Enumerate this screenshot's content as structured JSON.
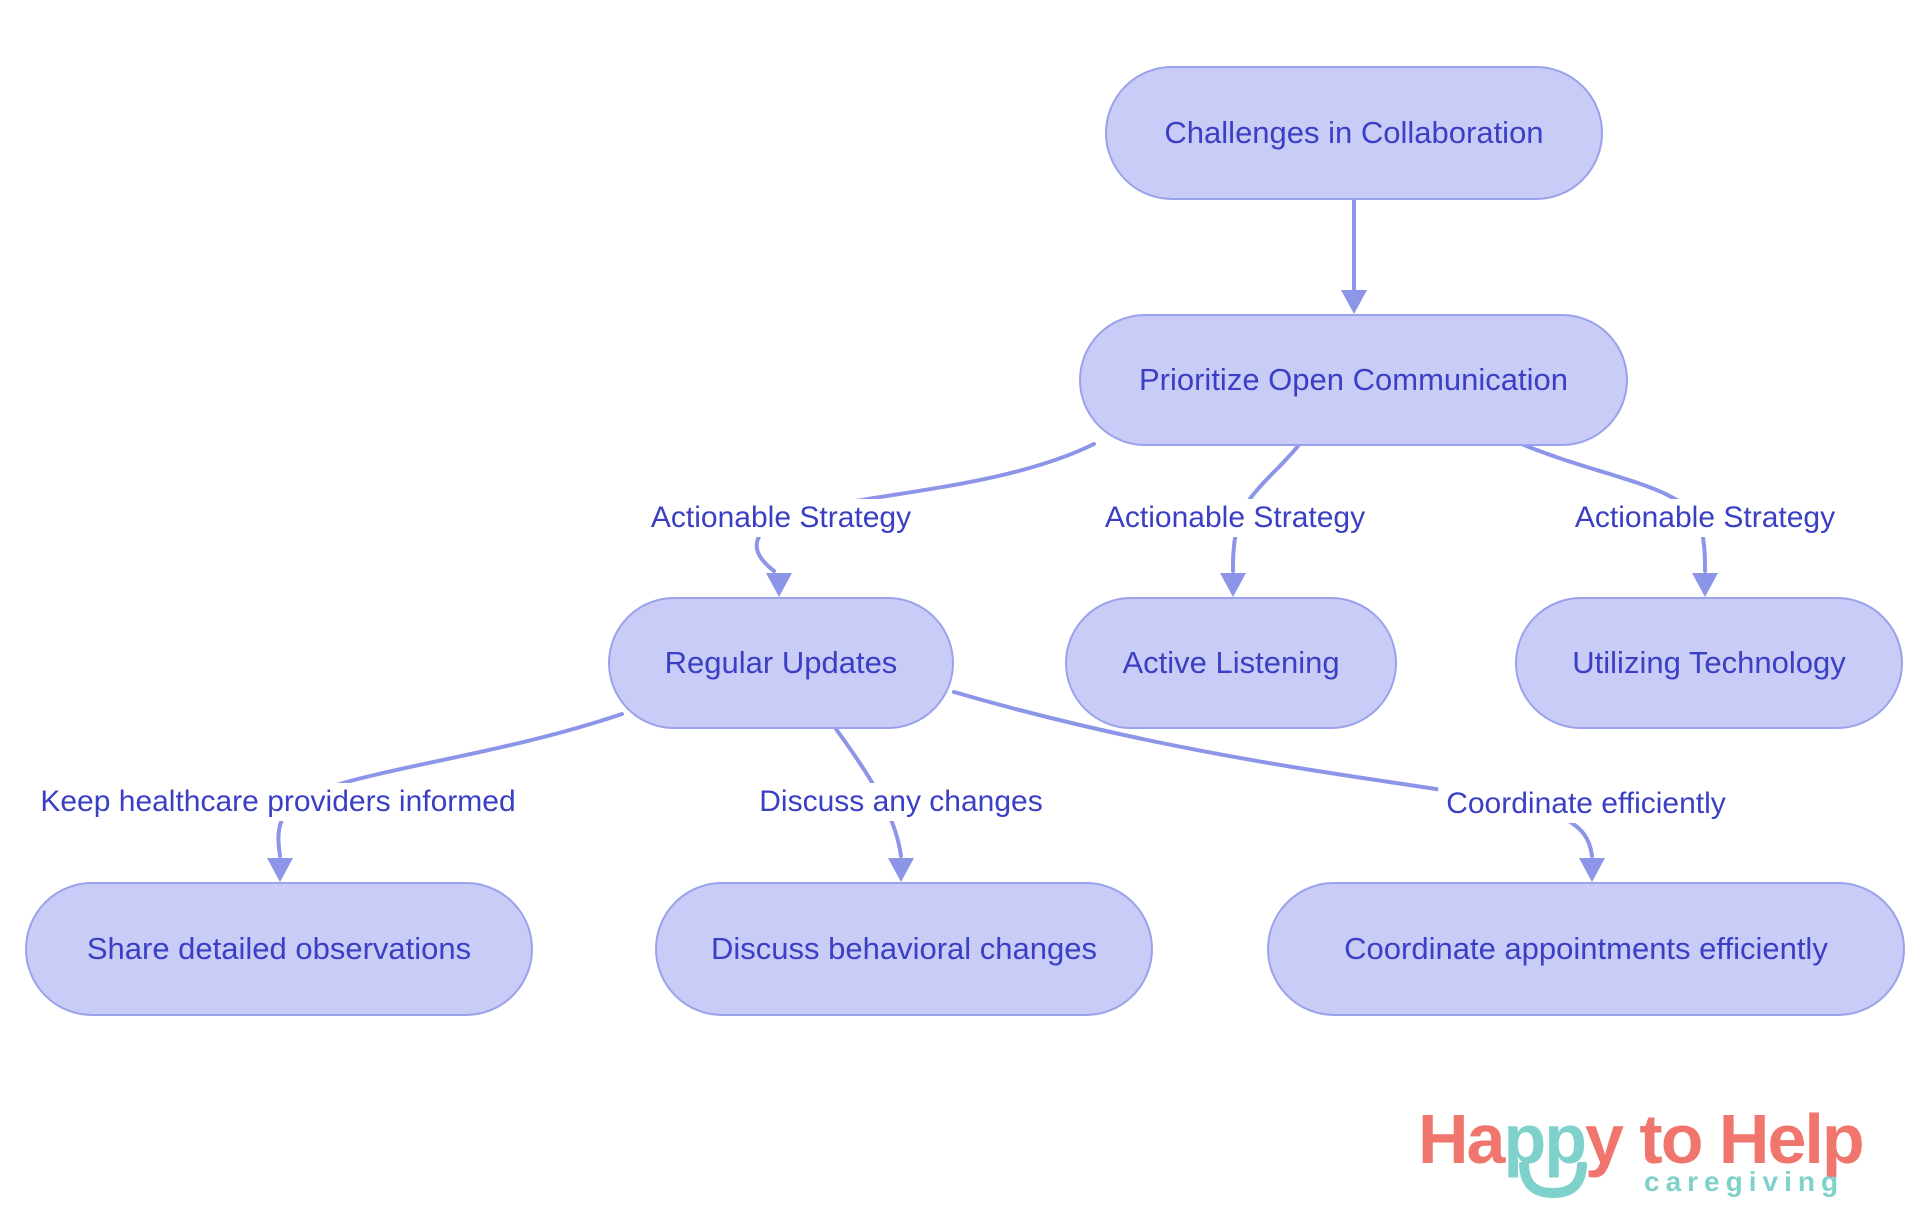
{
  "diagram": {
    "title": "Caregiver collaboration strategy flowchart",
    "colors": {
      "node_fill": "#c8ccf6",
      "node_border": "#9aa2eb",
      "node_text": "#3a3fc4",
      "edge_stroke": "#8d95e9",
      "edge_label_text": "#3a3fc4",
      "background": "#ffffff"
    },
    "nodes": [
      {
        "id": "challenges",
        "label": "Challenges in Collaboration"
      },
      {
        "id": "prioritize",
        "label": "Prioritize Open Communication"
      },
      {
        "id": "regular-updates",
        "label": "Regular Updates"
      },
      {
        "id": "active-listening",
        "label": "Active Listening"
      },
      {
        "id": "utilizing-technology",
        "label": "Utilizing Technology"
      },
      {
        "id": "share-observations",
        "label": "Share detailed observations"
      },
      {
        "id": "discuss-behavioral",
        "label": "Discuss behavioral changes"
      },
      {
        "id": "coordinate-appointments",
        "label": "Coordinate appointments efficiently"
      }
    ],
    "edges": [
      {
        "from": "challenges",
        "to": "prioritize",
        "label": ""
      },
      {
        "from": "prioritize",
        "to": "regular-updates",
        "label": "Actionable Strategy"
      },
      {
        "from": "prioritize",
        "to": "active-listening",
        "label": "Actionable Strategy"
      },
      {
        "from": "prioritize",
        "to": "utilizing-technology",
        "label": "Actionable Strategy"
      },
      {
        "from": "regular-updates",
        "to": "share-observations",
        "label": "Keep healthcare providers informed"
      },
      {
        "from": "regular-updates",
        "to": "discuss-behavioral",
        "label": "Discuss any changes"
      },
      {
        "from": "regular-updates",
        "to": "coordinate-appointments",
        "label": "Coordinate efficiently"
      }
    ]
  },
  "logo": {
    "word_part1": "Ha",
    "word_part2": "pp",
    "word_part3": "y",
    "word_part4": " to Help",
    "tagline": "caregiving",
    "coral": "#f0756c",
    "teal": "#7fd2cc"
  }
}
